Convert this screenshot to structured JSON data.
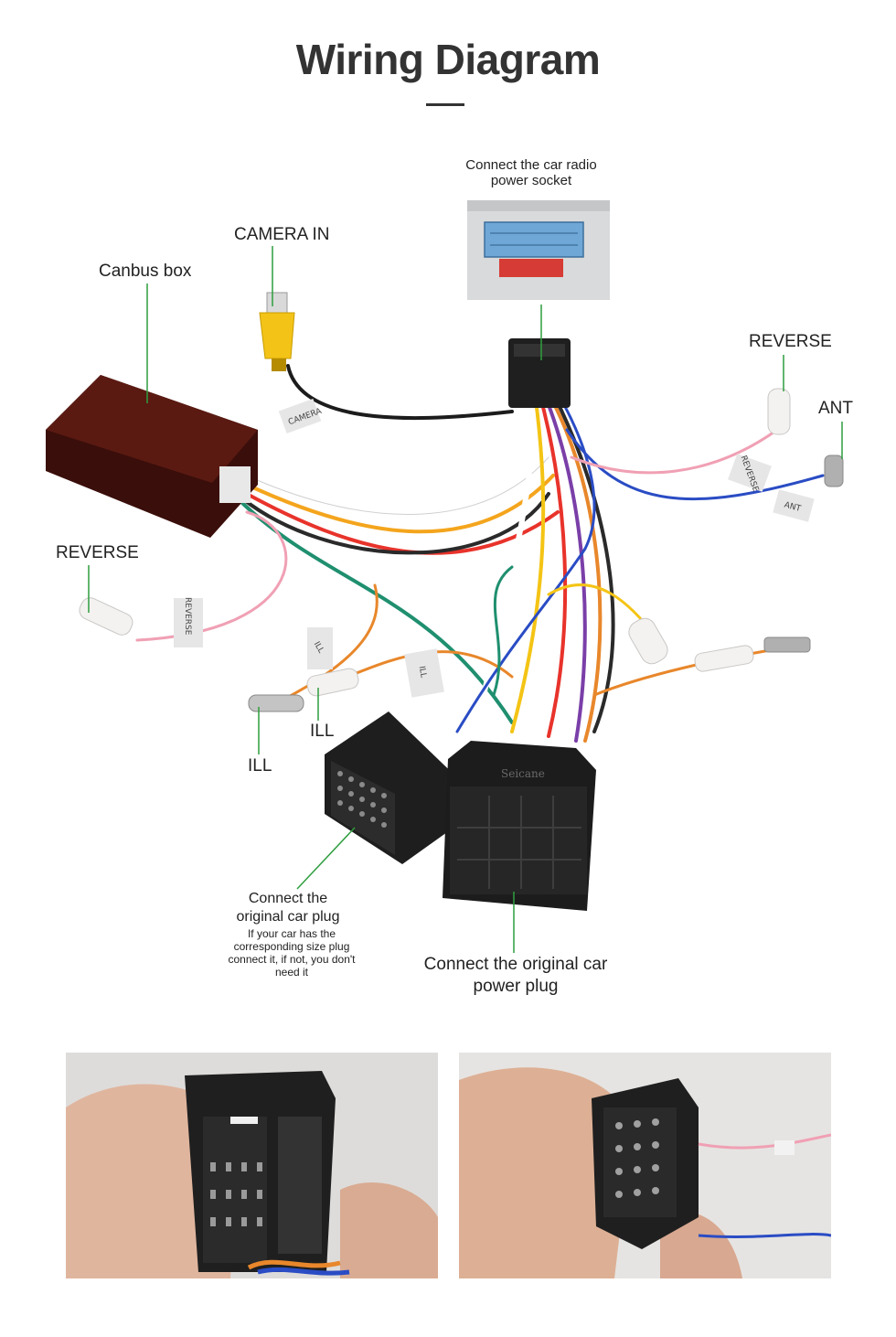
{
  "title": "Wiring Diagram",
  "labels": {
    "radio_socket": "Connect the car radio power socket",
    "camera_in": "CAMERA IN",
    "canbus_box": "Canbus box",
    "reverse_right": "REVERSE",
    "ant": "ANT",
    "reverse_left": "REVERSE",
    "ill_upper": "ILL",
    "ill_lower": "ILL",
    "orig_plug_title": "Connect the original car plug",
    "orig_plug_note": "If your car has the corresponding size plug connect it, if not, you don't need it",
    "power_plug": "Connect the original car power plug"
  },
  "tags": {
    "camera": "CAMERA",
    "reverse_right": "REVERSE",
    "ant": "ANT",
    "reverse_left": "REVERSE",
    "ill_a": "ILL",
    "ill_b": "ILL",
    "brand": "Seicane"
  },
  "colors": {
    "pointer": "#2e9e3e",
    "title": "#333333"
  }
}
